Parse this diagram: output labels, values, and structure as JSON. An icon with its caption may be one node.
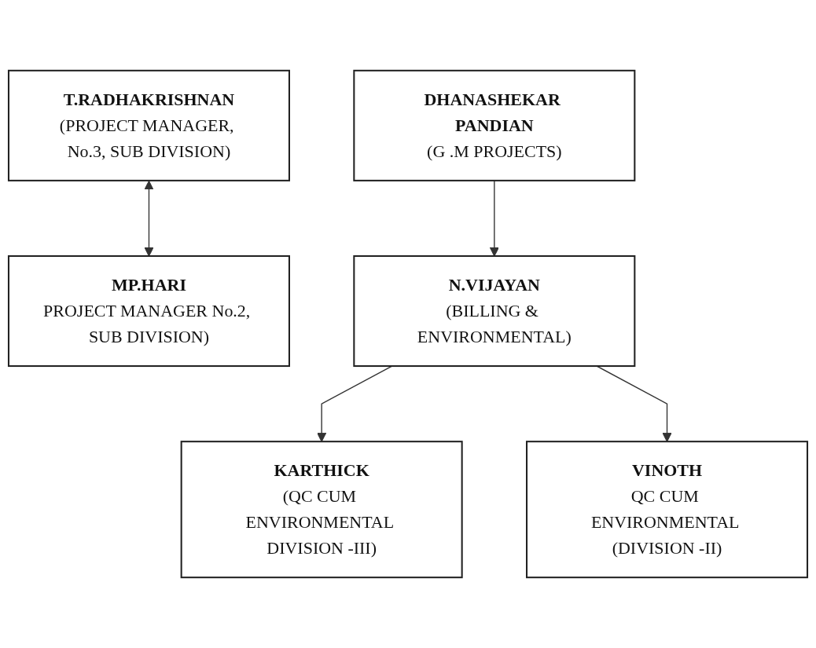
{
  "diagram": {
    "nodes": [
      {
        "text": [
          "DHANASHEKAR PANDIAN",
          "(G .M PROJECTS)"
        ]
      },
      {
        "text": [
          "T.RADHAKRISHNAN",
          "(PROJECT MANAGER, No.3, SUB DIVISION)"
        ]
      },
      {
        "text": [
          "MP.HARI",
          "PROJECT MANAGER No.2, SUB DIVISION)"
        ]
      },
      {
        "text": [
          "N.VIJAYAN",
          "(BILLING & ENVIRONMENTAL)"
        ]
      },
      {
        "text": [
          "KARTHICK",
          "(QC CUM ENVIRONMENTAL DIVISION -III)"
        ]
      },
      {
        "text": [
          "VINOTH",
          "QC CUM ENVIRONMENTAL (DIVISION -II)"
        ]
      }
    ],
    "edges": [
      {
        "from": 0,
        "to": 3,
        "arrow": "to"
      },
      {
        "from": 1,
        "to": 2,
        "arrow": "both"
      },
      {
        "from": 3,
        "to": 4,
        "arrow": "to"
      },
      {
        "from": 3,
        "to": 5,
        "arrow": "to"
      }
    ]
  }
}
